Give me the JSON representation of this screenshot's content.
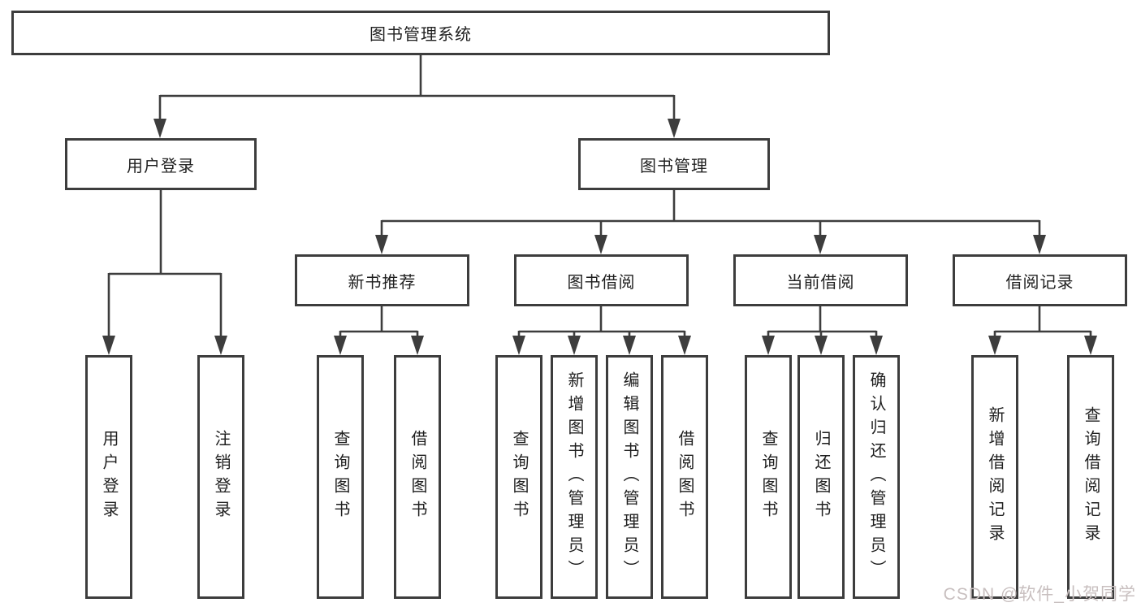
{
  "diagram": {
    "title": "图书管理系统",
    "level2": {
      "user_login": "用户登录",
      "book_mgmt": "图书管理"
    },
    "level3": {
      "new_book": "新书推荐",
      "book_borrow": "图书借阅",
      "current_borrow": "当前借阅",
      "borrow_record": "借阅记录"
    },
    "leaves": {
      "user_login_leaf": "用户登录",
      "logout": "注销登录",
      "nb_query": "查询图书",
      "nb_borrow": "借阅图书",
      "bb_query": "查询图书",
      "bb_add": "新增图书（管理员）",
      "bb_edit": "编辑图书（管理员）",
      "bb_borrow": "借阅图书",
      "cb_query": "查询图书",
      "cb_return": "归还图书",
      "cb_confirm": "确认归还（管理员）",
      "br_add": "新增借阅记录",
      "br_query": "查询借阅记录"
    }
  },
  "watermark": "CSDN @软件_小贺同学",
  "colors": {
    "line": "#3d3d3d",
    "text": "#1f1f1f",
    "watermark": "#c8bfbf",
    "background": "#ffffff"
  }
}
